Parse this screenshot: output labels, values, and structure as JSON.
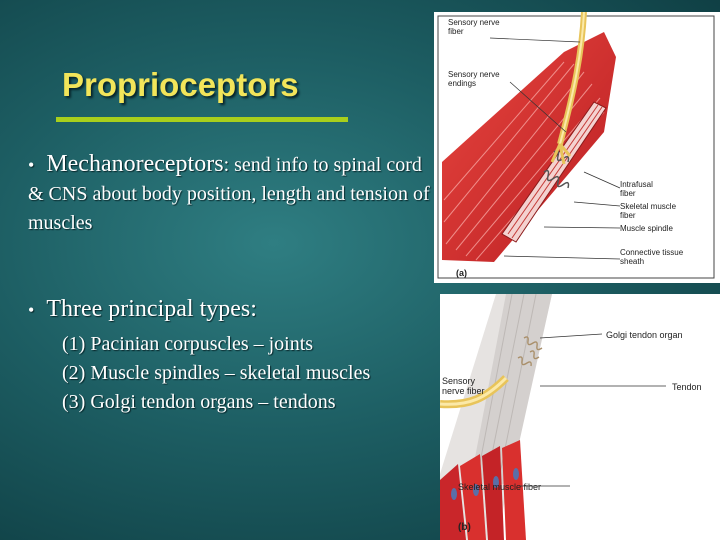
{
  "slide": {
    "title": "Proprioceptors",
    "paragraph1": {
      "bullet": "•",
      "term": "Mechanoreceptors",
      "text": ":  send info to spinal cord & CNS about body position, length and tension of muscles"
    },
    "paragraph2": {
      "bullet": "•",
      "text": "Three principal types:"
    },
    "types": [
      "(1) Pacinian corpuscles – joints",
      "(2) Muscle spindles – skeletal muscles",
      "(3) Golgi tendon organs – tendons"
    ]
  },
  "figure_a": {
    "panel": "(a)",
    "labels": {
      "sensory_nerve_fiber": "Sensory nerve fiber",
      "sensory_nerve_endings": "Sensory nerve endings",
      "intrafusal_fiber": "Intrafusal fiber",
      "skeletal_muscle_fiber": "Skeletal muscle fiber",
      "muscle_spindle": "Muscle spindle",
      "connective_tissue_sheath": "Connective tissue sheath"
    }
  },
  "figure_b": {
    "panel": "(b)",
    "labels": {
      "golgi_tendon_organ": "Golgi tendon organ",
      "tendon": "Tendon",
      "sensory_nerve_fiber": "Sensory nerve fiber",
      "skeletal_muscle_fiber": "Skeletal muscle fiber"
    }
  },
  "colors": {
    "background": "#1d5e63",
    "title": "#f2e55a",
    "underline": "#a8cf1c",
    "muscle": "#d9302e",
    "nerve": "#f0cf63"
  }
}
